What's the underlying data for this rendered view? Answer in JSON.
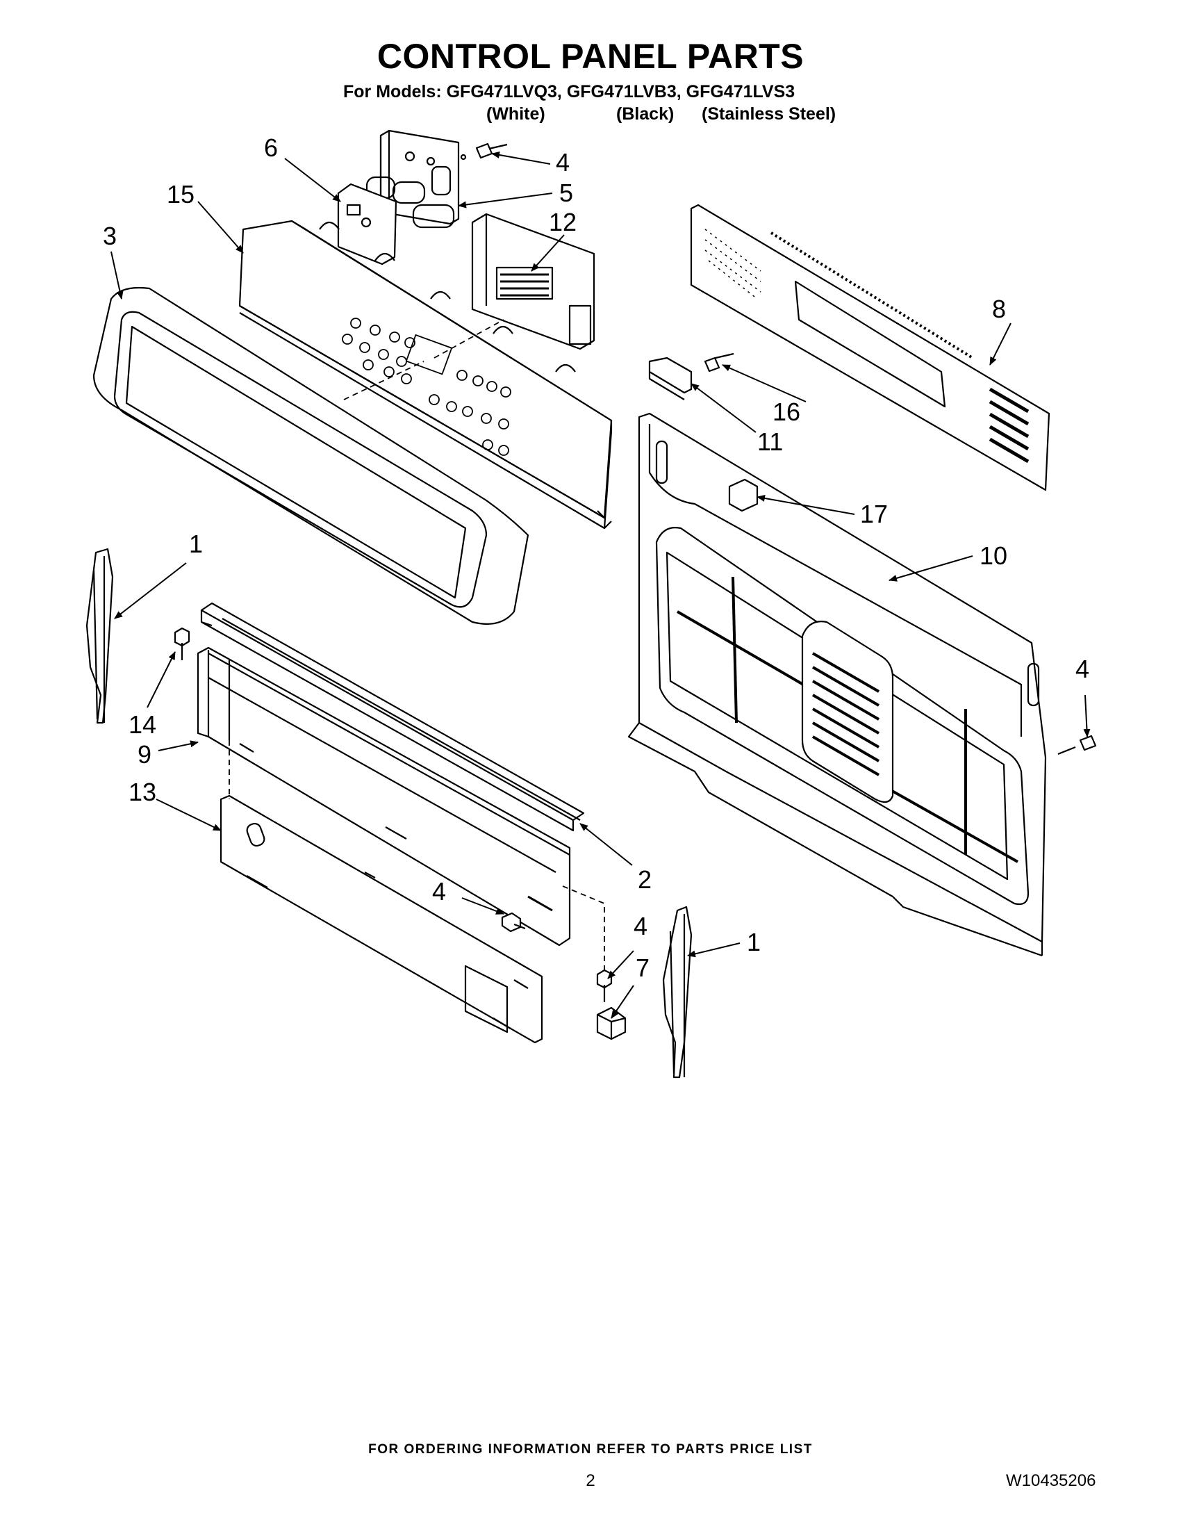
{
  "header": {
    "title": "CONTROL PANEL PARTS",
    "models_line": "For Models: GFG471LVQ3, GFG471LVB3, GFG471LVS3",
    "variants": [
      "(White)",
      "(Black)",
      "(Stainless Steel)"
    ]
  },
  "callouts": {
    "c4a": "4",
    "c5": "5",
    "c6": "6",
    "c15": "15",
    "c3": "3",
    "c12": "12",
    "c8": "8",
    "c16": "16",
    "c11": "11",
    "c17": "17",
    "c10": "10",
    "c1a": "1",
    "c4b": "4",
    "c14": "14",
    "c9": "9",
    "c13": "13",
    "c2": "2",
    "c4c": "4",
    "c4d": "4",
    "c7": "7",
    "c1b": "1"
  },
  "footer": {
    "note": "FOR ORDERING INFORMATION REFER TO PARTS PRICE LIST",
    "page": "2",
    "doc_number": "W10435206"
  }
}
